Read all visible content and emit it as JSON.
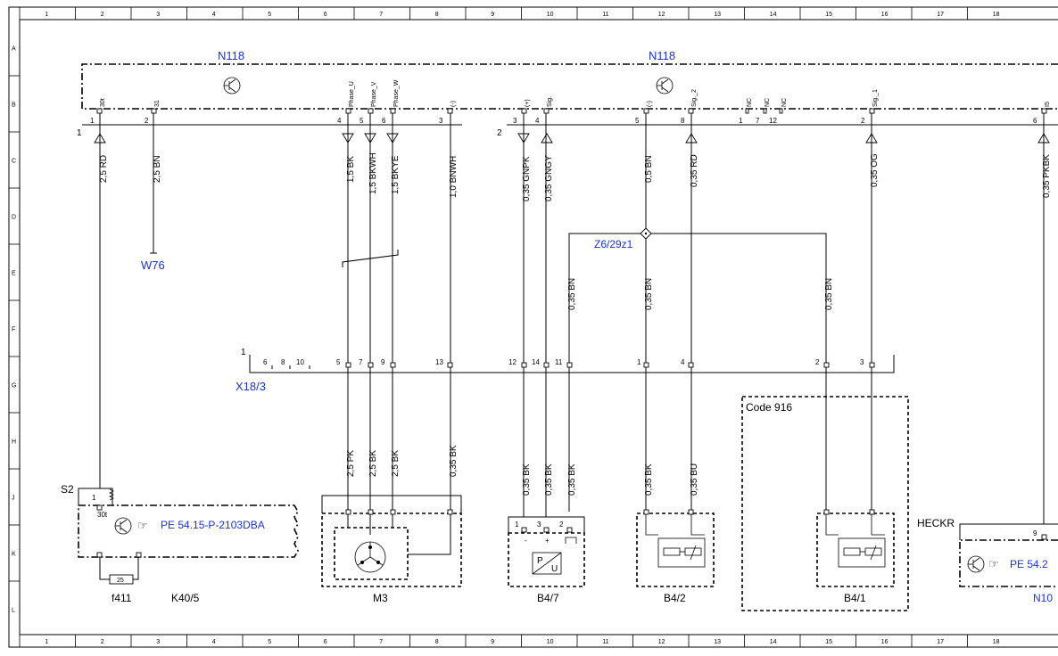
{
  "grid": {
    "columns": [
      "1",
      "2",
      "3",
      "4",
      "5",
      "6",
      "7",
      "8",
      "9",
      "10",
      "11",
      "12",
      "13",
      "14",
      "15",
      "16",
      "17",
      "18"
    ],
    "rows": [
      "A",
      "B",
      "C",
      "D",
      "E",
      "F",
      "G",
      "H",
      "J",
      "K",
      "L"
    ]
  },
  "modules": {
    "n118_left": "N118",
    "n118_right": "N118",
    "x18_3": "X18/3",
    "w76": "W76",
    "z6": "Z6/29z1",
    "code916": "Code 916",
    "s2": "S2",
    "k40_5": "K40/5",
    "f411": "f411",
    "m3": "M3",
    "b4_7": "B4/7",
    "b4_2": "B4/2",
    "b4_1": "B4/1",
    "heckr": "HECKR",
    "n10": "N10",
    "pe_left": "PE 54.15-P-2103DBA",
    "pe_right": "PE 54.2",
    "fuse": "25",
    "conn1_mark": "1",
    "conn2_mark": "2",
    "x18_mark": "1",
    "s2_pin_1": "1",
    "s2_pin_30t": "30t",
    "pu_p": "P",
    "pu_u": "U"
  },
  "n118_pins": [
    {
      "num": "1",
      "sig": "30t"
    },
    {
      "num": "2",
      "sig": "31"
    },
    {
      "num": "4",
      "sig": "Phase_U"
    },
    {
      "num": "5",
      "sig": "Phase_V"
    },
    {
      "num": "6",
      "sig": "Phase_W"
    },
    {
      "num": "3",
      "sig": "(-)"
    },
    {
      "num": "3",
      "sig": "(+)"
    },
    {
      "num": "4",
      "sig": "Sig."
    },
    {
      "num": "5",
      "sig": "(-)"
    },
    {
      "num": "8",
      "sig": "Sig._2"
    },
    {
      "num": "1",
      "sig": "NC"
    },
    {
      "num": "7",
      "sig": "NC"
    },
    {
      "num": "12",
      "sig": "NC"
    },
    {
      "num": "2",
      "sig": "Sig._1"
    },
    {
      "num": "6",
      "sig": "I5"
    }
  ],
  "wires_upper": [
    "2,5 RD",
    "2,5 BN",
    "1,5 BK",
    "1,5 BKWH",
    "1,5 BKYE",
    "1,0 BNWH",
    "0,35 GNPK",
    "0,35 GNGY",
    "0,5 BN",
    "0,35 RD",
    "0,35 OG",
    "0,35 PKBK"
  ],
  "wires_middle": [
    "0,35 BN",
    "0,35 BN",
    "0,35 BN"
  ],
  "x18_pins": [
    "6",
    "8",
    "10",
    "5",
    "7",
    "9",
    "13",
    "12",
    "14",
    "11",
    "1",
    "4",
    "2",
    "3"
  ],
  "wires_lower": [
    "2,5 PK",
    "2,5 BK",
    "2,5 BK",
    "0,35 BK",
    "0,35 BK",
    "0,35 BK",
    "0,35 BK",
    "0,35 BK",
    "0,35 BU"
  ],
  "b47_pins": [
    {
      "num": "1",
      "sign": "-"
    },
    {
      "num": "3",
      "sign": "+"
    },
    {
      "num": "2",
      "sign": ""
    }
  ],
  "heckr_pin": "9"
}
